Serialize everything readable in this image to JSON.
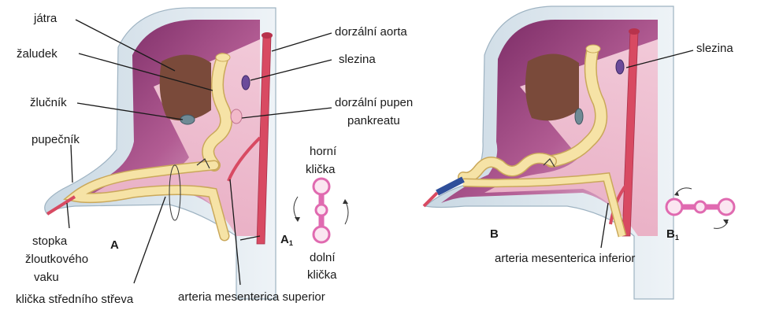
{
  "colors": {
    "body_wall_outer": "#d9e4ec",
    "body_wall_inner": "#eef3f7",
    "cavity_purple": "#8a2a6e",
    "cavity_light": "#e9c6d8",
    "mesentery": "#f2c3d2",
    "aorta": "#d84a62",
    "gut": "#f6e3a6",
    "gut_edge": "#caa85a",
    "liver": "#7a4a3a",
    "gallbladder": "#6f8a95",
    "spleen": "#6b4a9a",
    "yolk_blue": "#2f4f9a",
    "loop_icon": "#e06ab0"
  },
  "figure_a": {
    "letter": "A",
    "loop_letter": "A",
    "loop_sub": "1",
    "labels": {
      "jatra": "játra",
      "zaludek": "žaludek",
      "zlucnik": "žlučník",
      "pupecnik": "pupečník",
      "stopka_1": "stopka",
      "stopka_2": "žloutkového",
      "stopka_3": "vaku",
      "klicka_streva": "klička středního střeva",
      "aorta": "dorzální aorta",
      "slezina": "slezina",
      "pupen_1": "dorzální pupen",
      "pupen_2": "pankreatu",
      "horni_1": "horní",
      "horni_2": "klička",
      "dolni_1": "dolní",
      "dolni_2": "klička",
      "arteria_superior": "arteria  mesenterica  superior"
    }
  },
  "figure_b": {
    "letter": "B",
    "loop_letter": "B",
    "loop_sub": "1",
    "labels": {
      "slezina": "slezina",
      "arteria_inferior": "arteria  mesenterica  inferior"
    }
  }
}
